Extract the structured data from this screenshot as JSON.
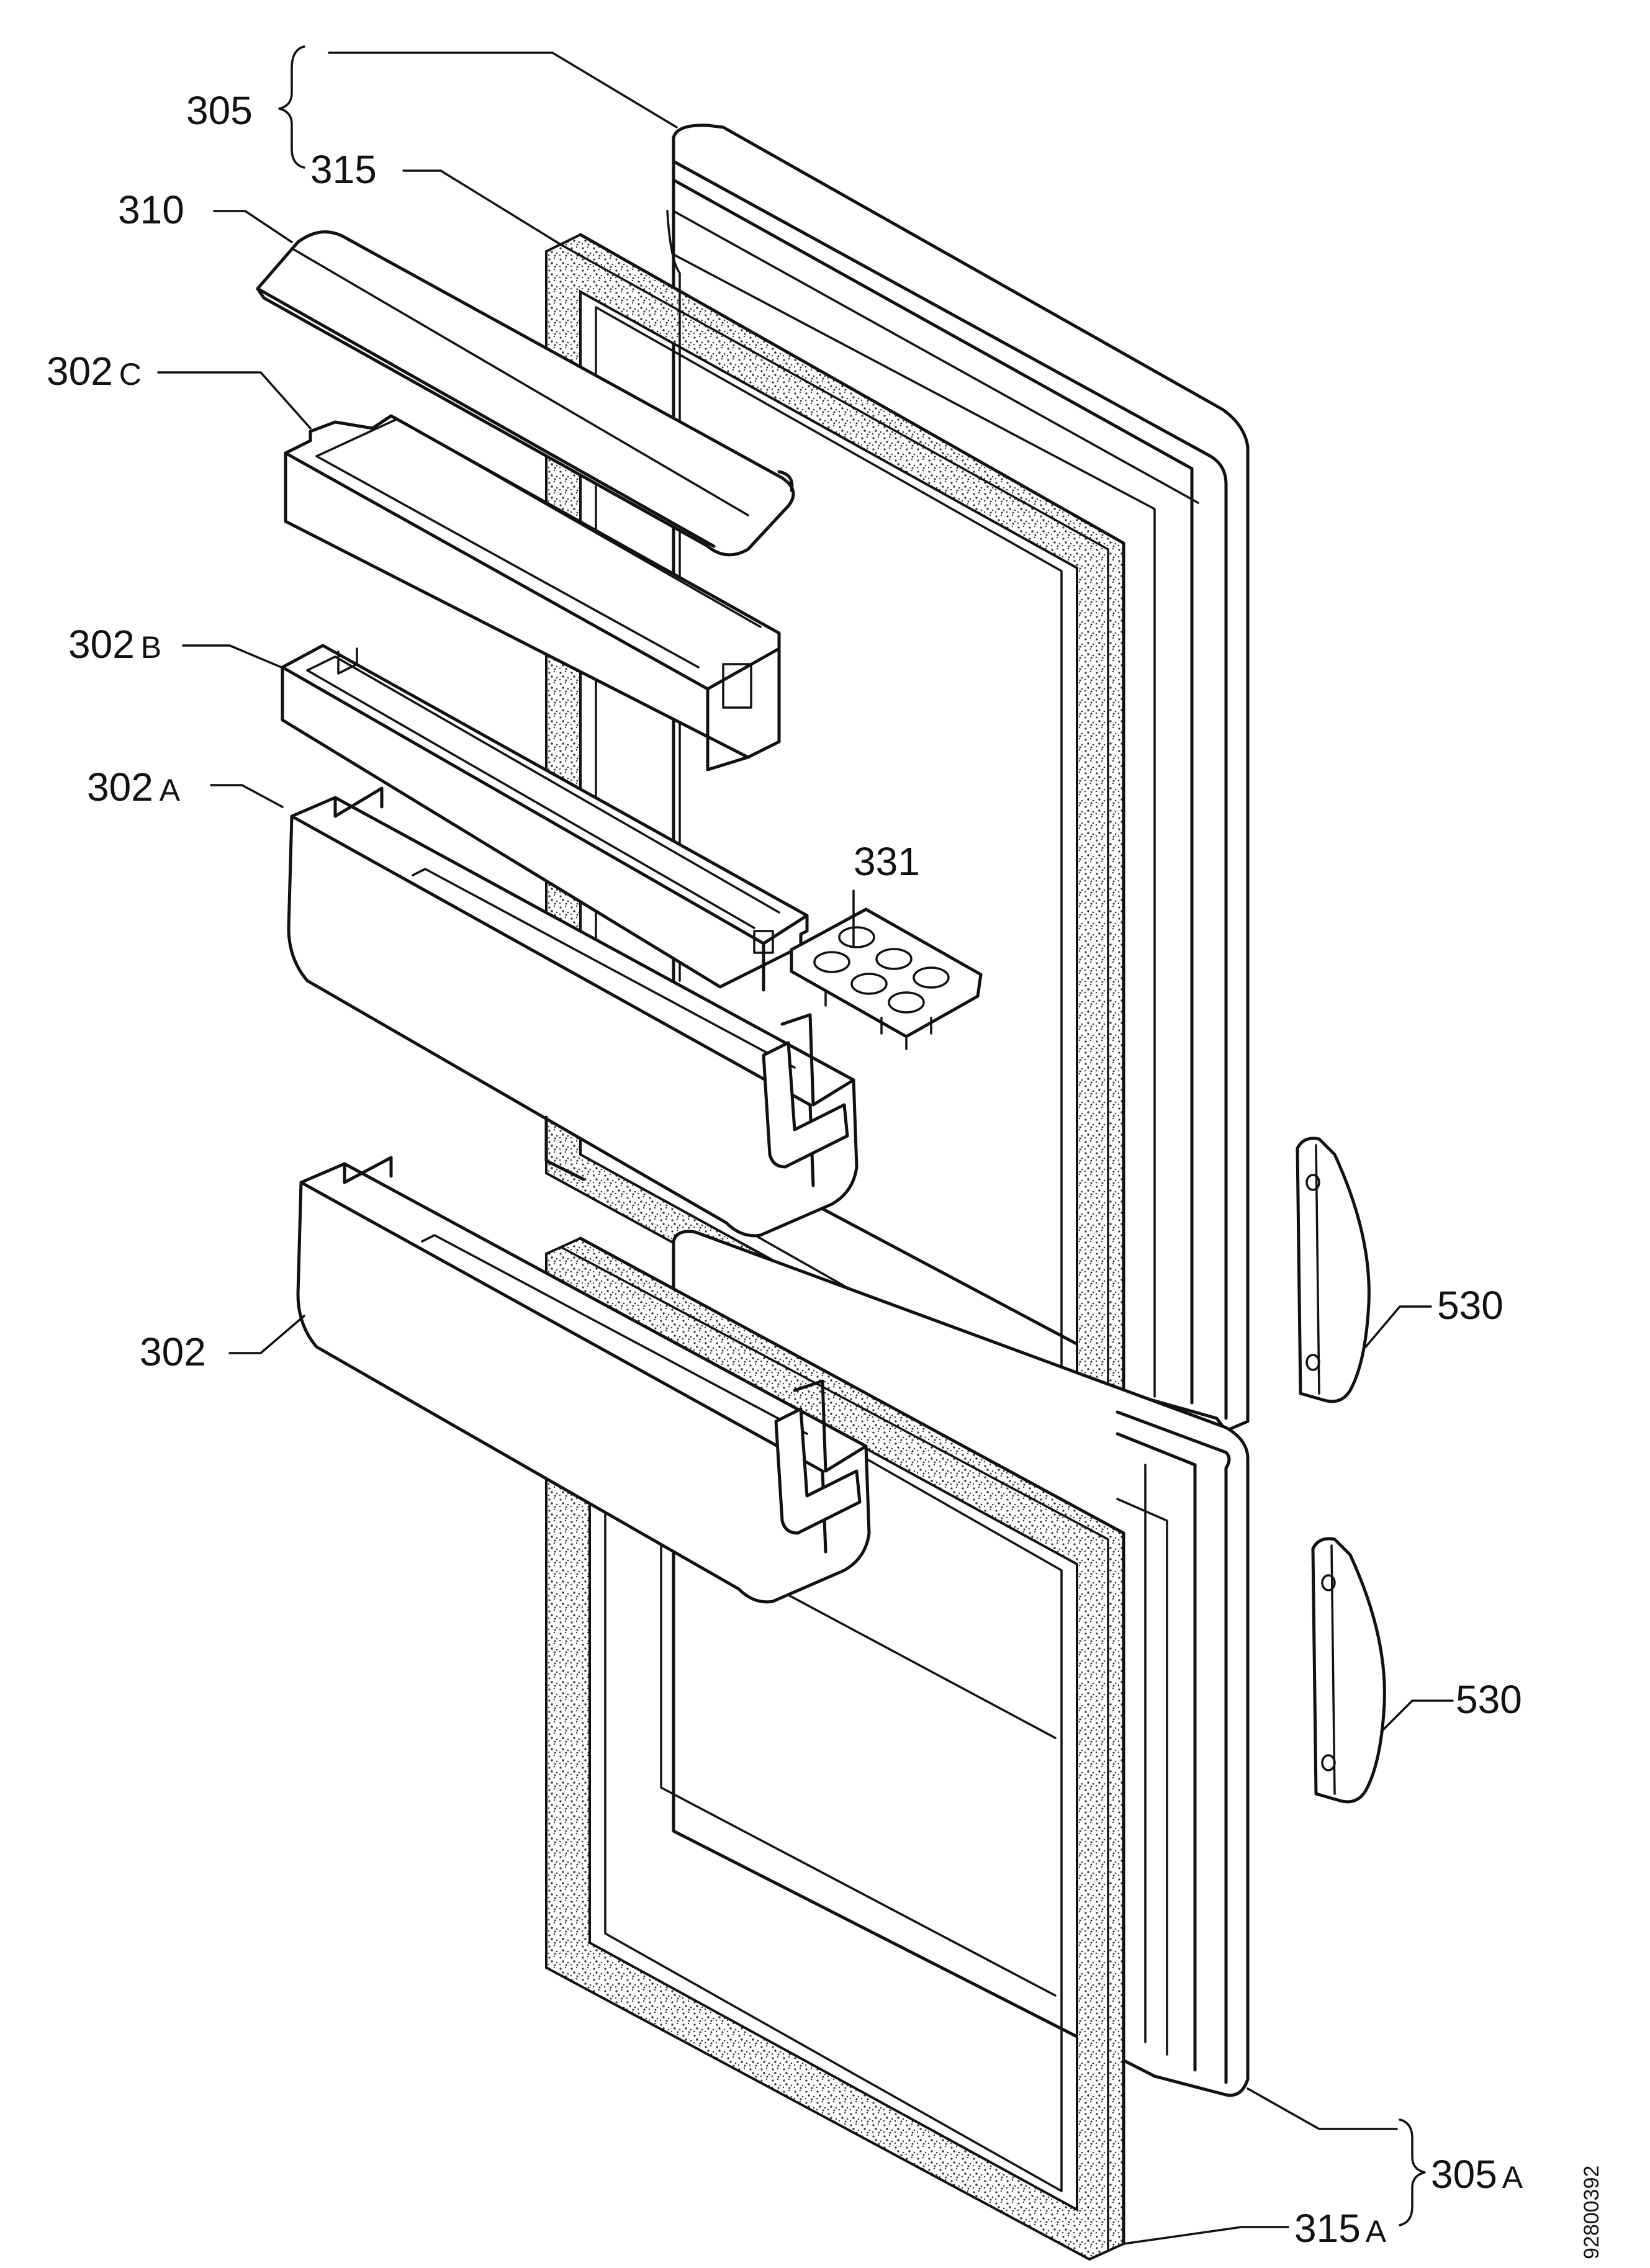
{
  "labels": {
    "door_assembly_upper": "305",
    "gasket_upper": "315",
    "shelf_cover": "310",
    "shelf_c_num": "302",
    "shelf_c_letter": "C",
    "shelf_b_num": "302",
    "shelf_b_letter": "B",
    "shelf_a_num": "302",
    "shelf_a_letter": "A",
    "egg_tray": "331",
    "shelf_bottom": "302",
    "handle_upper": "530",
    "handle_lower": "530",
    "door_assembly_lower_num": "305",
    "door_assembly_lower_letter": "A",
    "gasket_lower_num": "315",
    "gasket_lower_letter": "A"
  },
  "document_id": "92800392"
}
